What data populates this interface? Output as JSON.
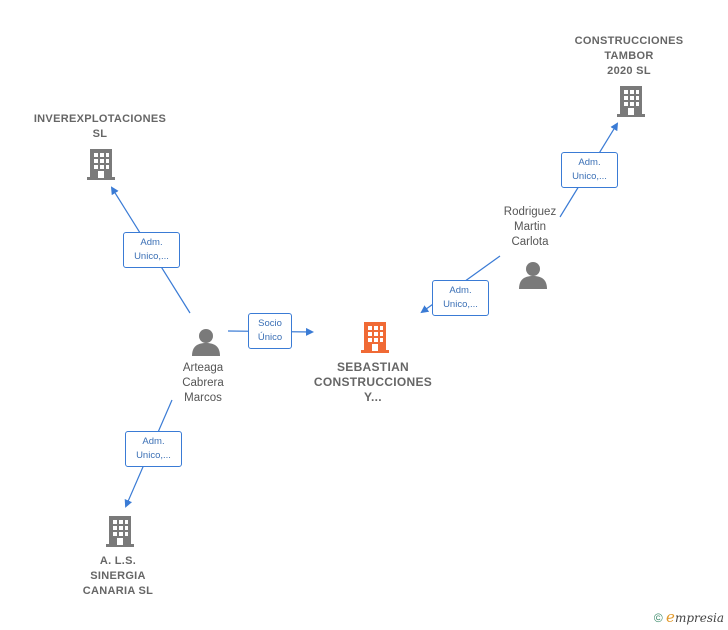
{
  "nodes": {
    "main": {
      "name": "SEBASTIAN\nCONSTRUCCIONES\nY...",
      "color": "#f06a35"
    },
    "inverexplotaciones": {
      "name": "INVEREXPLOTACIONES\nSL"
    },
    "tambor": {
      "name": "CONSTRUCCIONES\nTAMBOR\n2020  SL"
    },
    "sinergia": {
      "name": "A. L.S.\nSINERGIA\nCANARIA SL"
    },
    "arteaga": {
      "name": "Arteaga\nCabrera\nMarcos"
    },
    "rodriguez": {
      "name": "Rodriguez\nMartin\nCarlota"
    }
  },
  "edges": {
    "arteaga_inver": {
      "line1": "Adm.",
      "line2": "Unico,..."
    },
    "arteaga_sinergia": {
      "line1": "Adm.",
      "line2": "Unico,..."
    },
    "arteaga_main": {
      "line1": "Socio",
      "line2": "Único"
    },
    "rodriguez_main": {
      "line1": "Adm.",
      "line2": "Unico,..."
    },
    "rodriguez_tambor": {
      "line1": "Adm.",
      "line2": "Unico,..."
    }
  },
  "footer": {
    "copyright": "©",
    "brand_initial": "e",
    "brand_rest": "mpresia"
  },
  "colors": {
    "edge": "#3a7bd5",
    "node": "#7a7a7a",
    "main": "#f06a35"
  }
}
